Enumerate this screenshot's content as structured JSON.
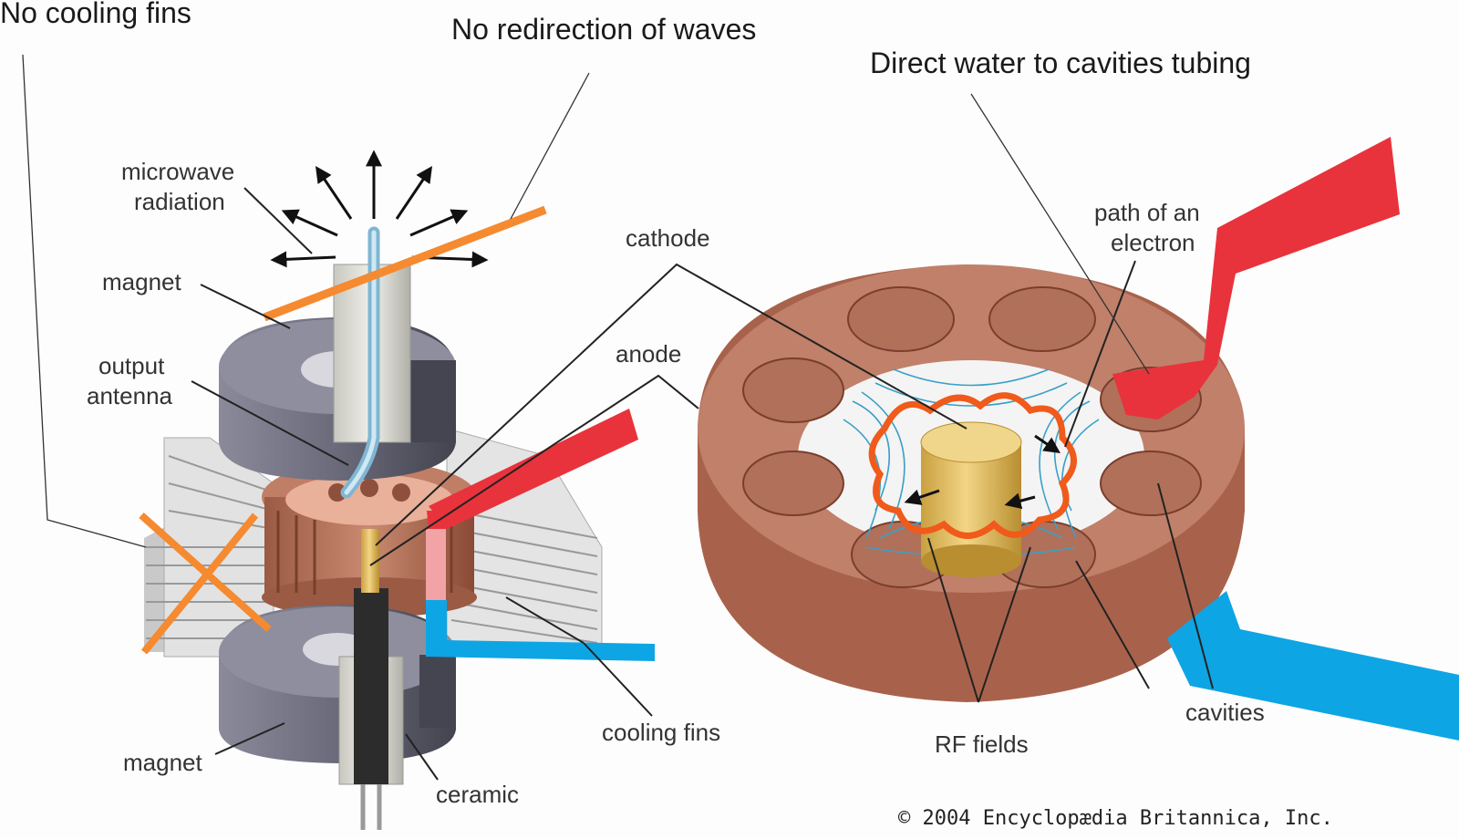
{
  "annotations": {
    "no_cooling_fins": "No cooling fins",
    "no_redirection": "No redirection of waves",
    "direct_water": "Direct water to cavities tubing"
  },
  "labels": {
    "microwave_line1": "microwave",
    "microwave_line2": "radiation",
    "magnet_top": "magnet",
    "output_line1": "output",
    "output_line2": "antenna",
    "cathode": "cathode",
    "anode": "anode",
    "cooling_fins": "cooling fins",
    "magnet_bottom": "magnet",
    "ceramic": "ceramic",
    "path_line1": "path of an",
    "path_line2": "electron",
    "cavities": "cavities",
    "rf_fields": "RF fields"
  },
  "copyright": "© 2004 Encyclopædia Britannica, Inc.",
  "colors": {
    "copper": "#b8755f",
    "copper_dark": "#8e4f3c",
    "magnet": "#6f6f80",
    "magnet_dark": "#4c4c5c",
    "fins": "#d8d8d8",
    "orange_mark": "#f58a30",
    "hot_water": "#e8333c",
    "cold_water": "#0ea5e4",
    "electron_path": "#f05a1a",
    "rf_field": "#3aa0c8",
    "cathode_gold": "#e8c46a"
  }
}
